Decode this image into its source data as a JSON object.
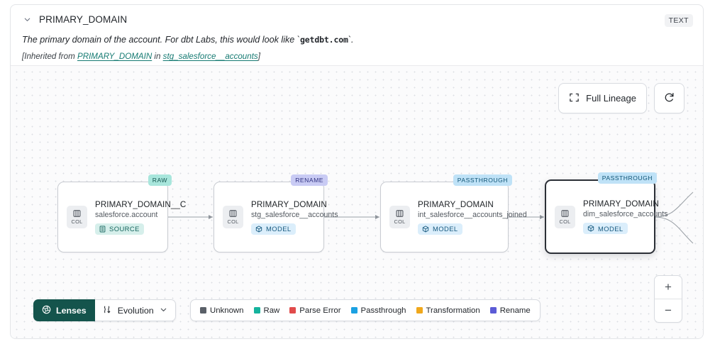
{
  "header": {
    "column_name": "PRIMARY_DOMAIN",
    "type_badge": "TEXT",
    "collapse_icon": "chevron-down-icon",
    "description_prefix": "The primary domain of the account. For dbt Labs, this would look like `",
    "description_code": "getdbt.com",
    "description_suffix": "`.",
    "inherited_prefix": "[Inherited from ",
    "inherited_link_1": "PRIMARY_DOMAIN",
    "inherited_middle": " in ",
    "inherited_link_2": "stg_salesforce__accounts",
    "inherited_suffix": "]",
    "link_color": "#157a72"
  },
  "toolbar": {
    "full_lineage_label": "Full Lineage",
    "full_lineage_icon": "expand-corners-icon",
    "refresh_icon": "refresh-icon"
  },
  "zoom_controls": {
    "zoom_in_label": "+",
    "zoom_out_label": "−"
  },
  "lineage": {
    "nodes": [
      {
        "badge": "RAW",
        "badge_kind": "raw",
        "column": "PRIMARY_DOMAIN__C",
        "dataset": "salesforce.account",
        "chip": "SOURCE",
        "chip_kind": "source",
        "chip_icon": "database-icon",
        "col_tag": "COL",
        "col_icon": "column-icon",
        "selected": false
      },
      {
        "badge": "RENAME",
        "badge_kind": "rename",
        "column": "PRIMARY_DOMAIN",
        "dataset": "stg_salesforce__accounts",
        "chip": "MODEL",
        "chip_kind": "model",
        "chip_icon": "cube-icon",
        "col_tag": "COL",
        "col_icon": "column-icon",
        "selected": false
      },
      {
        "badge": "PASSTHROUGH",
        "badge_kind": "pass",
        "column": "PRIMARY_DOMAIN",
        "dataset": "int_salesforce__accounts_joined",
        "chip": "MODEL",
        "chip_kind": "model",
        "chip_icon": "cube-icon",
        "col_tag": "COL",
        "col_icon": "column-icon",
        "selected": false
      },
      {
        "badge": "PASSTHROUGH",
        "badge_kind": "pass",
        "column": "PRIMARY_DOMAIN",
        "dataset": "dim_salesforce_accounts",
        "chip": "MODEL",
        "chip_kind": "model",
        "chip_icon": "cube-icon",
        "col_tag": "COL",
        "col_icon": "column-icon",
        "selected": true
      }
    ]
  },
  "bottom_bar": {
    "lenses_label": "Lenses",
    "lenses_icon": "aperture-icon",
    "evolution_label": "Evolution",
    "evolution_icon": "flow-icon",
    "evolution_chevron": "chevron-down-icon",
    "legend": [
      {
        "label": "Unknown",
        "color": "#5a6068"
      },
      {
        "label": "Raw",
        "color": "#15b39d"
      },
      {
        "label": "Parse Error",
        "color": "#e14b4b"
      },
      {
        "label": "Passthrough",
        "color": "#1ba1e2"
      },
      {
        "label": "Transformation",
        "color": "#f0a81c"
      },
      {
        "label": "Rename",
        "color": "#5b5bd6"
      }
    ]
  }
}
